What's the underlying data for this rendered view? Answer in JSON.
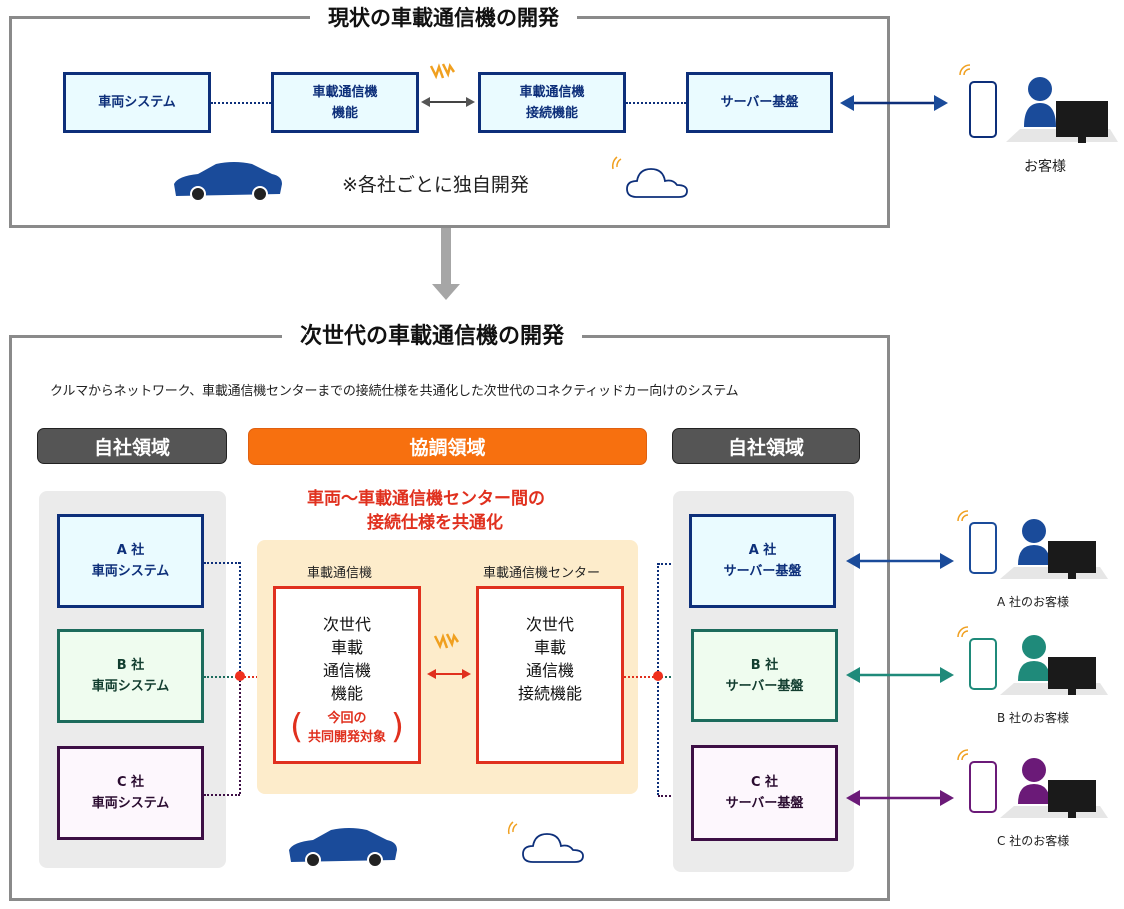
{
  "current": {
    "title": "現状の車載通信機の開発",
    "boxes": [
      {
        "label": "車両システム"
      },
      {
        "label_line1": "車載通信機",
        "label_line2": "機能"
      },
      {
        "label_line1": "車載通信機",
        "label_line2": "接続機能"
      },
      {
        "label": "サーバー基盤"
      }
    ],
    "note": "※各社ごとに独自開発",
    "customer_label": "お客様"
  },
  "next": {
    "title": "次世代の車載通信機の開発",
    "description": "クルマからネットワーク、車載通信機センターまでの接続仕様を共通化した次世代のコネクティッドカー向けのシステム",
    "own_domain_label": "自社領域",
    "coop_domain_label": "協調領域",
    "common_spec_line1": "車両〜車載通信機センター間の",
    "common_spec_line2": "接続仕様を共通化",
    "device_label": "車載通信機",
    "center_label": "車載通信機センター",
    "device_box": {
      "lines": [
        "次世代",
        "車載",
        "通信機",
        "機能"
      ],
      "note_line1": "今回の",
      "note_line2": "共同開発対象"
    },
    "center_box": {
      "lines": [
        "次世代",
        "車載",
        "通信機",
        "接続機能"
      ]
    },
    "vehicle_systems": [
      {
        "company": "A 社",
        "label": "車両システム"
      },
      {
        "company": "B 社",
        "label": "車両システム"
      },
      {
        "company": "C 社",
        "label": "車両システム"
      }
    ],
    "servers": [
      {
        "company": "A 社",
        "label": "サーバー基盤"
      },
      {
        "company": "B 社",
        "label": "サーバー基盤"
      },
      {
        "company": "C 社",
        "label": "サーバー基盤"
      }
    ],
    "customers": [
      {
        "label": "A 社のお客様",
        "color": "#1a4b9a"
      },
      {
        "label": "B 社のお客様",
        "color": "#1f8a7a"
      },
      {
        "label": "C 社のお客様",
        "color": "#6b1a78"
      }
    ]
  },
  "colors": {
    "navy": "#0d2f7a",
    "car_blue": "#1a4b9a",
    "orange": "#f7700f",
    "red": "#e0301e",
    "frame_gray": "#8a8a8a"
  }
}
